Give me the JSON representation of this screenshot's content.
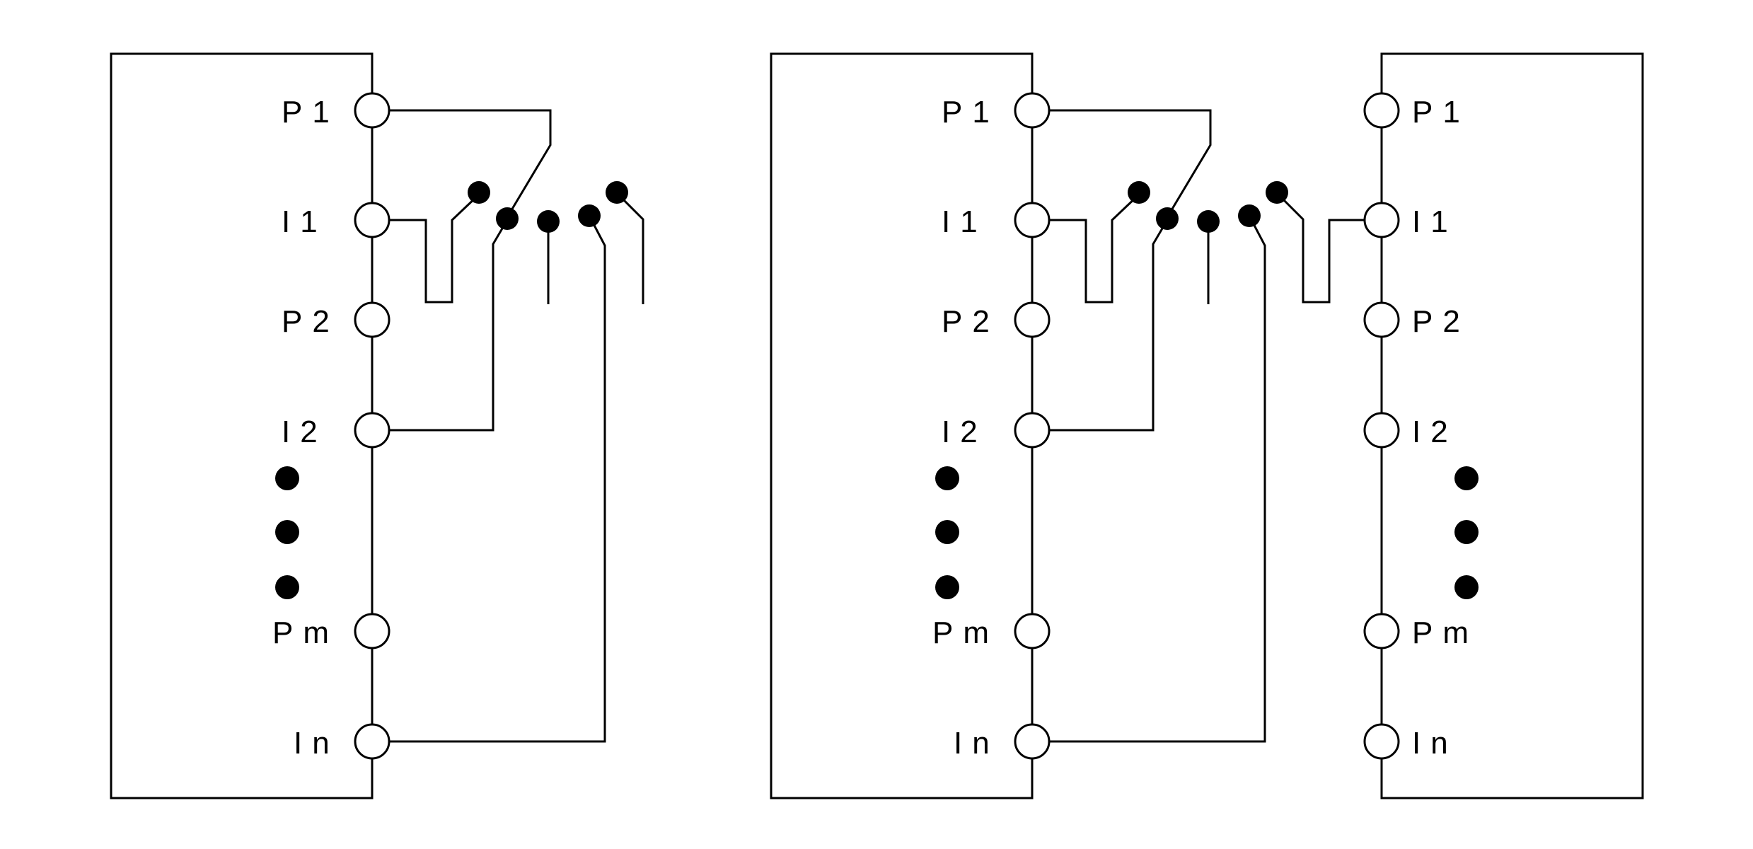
{
  "diagram_left": {
    "pins": [
      {
        "name": "pin-p1",
        "label": "P1"
      },
      {
        "name": "pin-i1",
        "label": "I1"
      },
      {
        "name": "pin-p2",
        "label": "P2"
      },
      {
        "name": "pin-i2",
        "label": "I2"
      },
      {
        "name": "pin-pm",
        "label": "Pm"
      },
      {
        "name": "pin-in",
        "label": "In"
      }
    ]
  },
  "diagram_right": {
    "left_pins": [
      {
        "name": "pin-p1",
        "label": "P1"
      },
      {
        "name": "pin-i1",
        "label": "I1"
      },
      {
        "name": "pin-p2",
        "label": "P2"
      },
      {
        "name": "pin-i2",
        "label": "I2"
      },
      {
        "name": "pin-pm",
        "label": "Pm"
      },
      {
        "name": "pin-in",
        "label": "In"
      }
    ],
    "right_pins": [
      {
        "name": "pin-p1",
        "label": "P1"
      },
      {
        "name": "pin-i1",
        "label": "I1"
      },
      {
        "name": "pin-p2",
        "label": "P2"
      },
      {
        "name": "pin-i2",
        "label": "I2"
      },
      {
        "name": "pin-pm",
        "label": "Pm"
      },
      {
        "name": "pin-in",
        "label": "In"
      }
    ]
  },
  "colors": {
    "line": "#000000",
    "background": "#ffffff"
  }
}
